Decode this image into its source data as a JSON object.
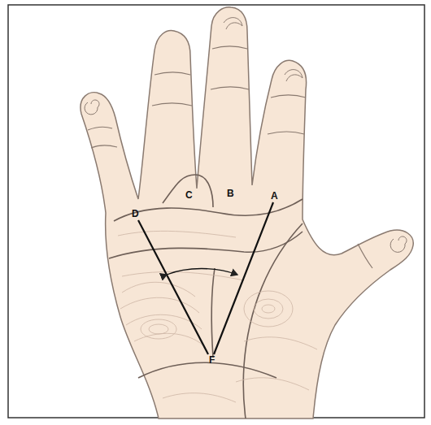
{
  "diagram": {
    "labels": [
      "D",
      "C",
      "B",
      "A",
      "F"
    ]
  }
}
